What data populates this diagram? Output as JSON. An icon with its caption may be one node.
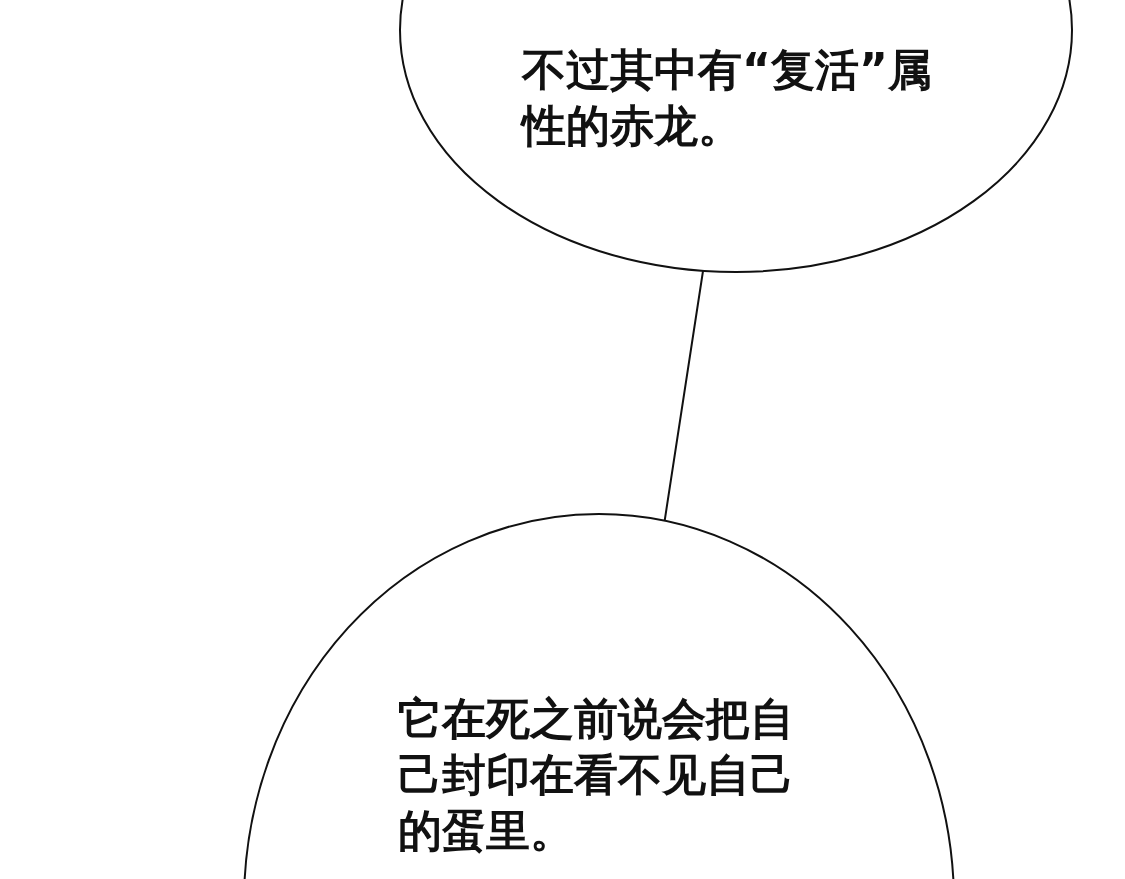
{
  "diagram": {
    "nodes": [
      {
        "text": [
          "不过其中有“复活”属性的赤龙。"
        ]
      },
      {
        "text": [
          "它在死之前说会把自己封印在看不见自己的蛋里。"
        ]
      }
    ],
    "edges": [
      {
        "from": 0,
        "to": 1,
        "arrow": "none"
      }
    ]
  }
}
